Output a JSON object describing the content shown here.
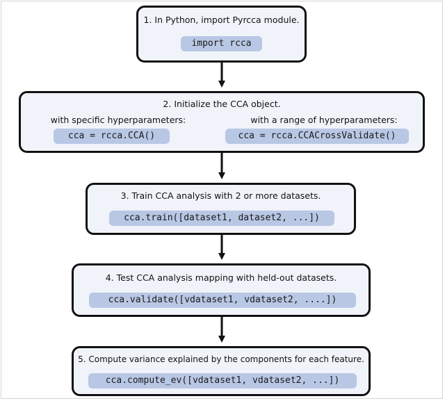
{
  "steps": [
    {
      "title": "1. In Python, import Pyrcca module.",
      "code": "import rcca"
    },
    {
      "title": "2. Initialize the CCA object.",
      "left_label": "with specific hyperparameters:",
      "left_code": "cca = rcca.CCA()",
      "right_label": "with a range of hyperparameters:",
      "right_code": "cca = rcca.CCACrossValidate()"
    },
    {
      "title": "3. Train CCA analysis with 2 or more datasets.",
      "code": "cca.train([dataset1, dataset2, ...])"
    },
    {
      "title": "4. Test CCA analysis mapping with held-out datasets.",
      "code": "cca.validate([vdataset1, vdataset2, ....])"
    },
    {
      "title": "5. Compute variance explained by the components for each feature.",
      "code": "cca.compute_ev([vdataset1, vdataset2, ...])"
    }
  ],
  "colors": {
    "box_fill": "#f1f3fa",
    "code_fill": "#b8c7e4",
    "border": "#111111"
  }
}
